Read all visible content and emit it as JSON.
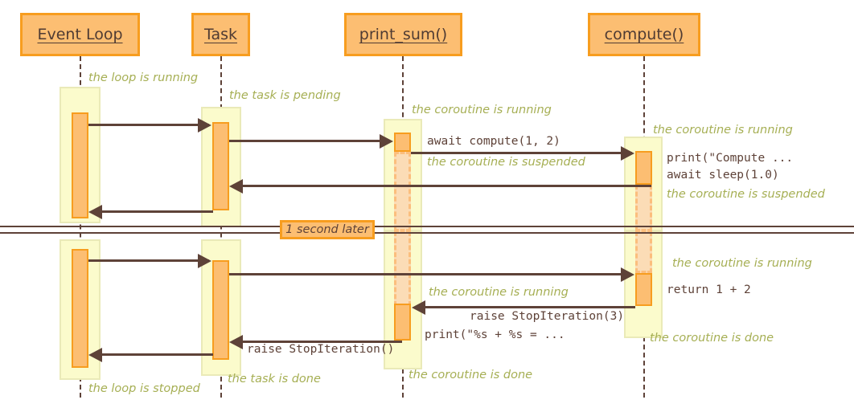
{
  "diagram": {
    "type": "uml-sequence-diagram",
    "title": "asyncio event loop coroutine sequence",
    "colors": {
      "participant_fill": "#FCBE72",
      "participant_border": "#F79D1F",
      "state_fill": "#FBFBCC",
      "state_border": "#EAEAB8",
      "activation_fill": "#FCBE72",
      "activation_border": "#F79D1F",
      "suspended_fill": "#FBDCB6",
      "suspended_border": "#FBBE7D",
      "arrow": "#5E4238",
      "note_text": "#A6AF54",
      "code_text": "#5E4238",
      "background": "#FFFFFF"
    }
  },
  "participants": [
    {
      "id": "event-loop",
      "label": "Event Loop"
    },
    {
      "id": "task",
      "label": "Task"
    },
    {
      "id": "print-sum",
      "label": "print_sum()"
    },
    {
      "id": "compute",
      "label": "compute()"
    }
  ],
  "notes": [
    {
      "id": "note-loop-running",
      "text": "the loop is running"
    },
    {
      "id": "note-task-pending",
      "text": "the task is pending"
    },
    {
      "id": "note-printsum-running-1",
      "text": "the coroutine is running"
    },
    {
      "id": "note-compute-running-1",
      "text": "the coroutine is running"
    },
    {
      "id": "note-printsum-suspended",
      "text": "the coroutine is suspended"
    },
    {
      "id": "note-compute-suspended",
      "text": "the coroutine is suspended"
    },
    {
      "id": "note-compute-running-2",
      "text": "the coroutine is running"
    },
    {
      "id": "note-printsum-running-2",
      "text": "the coroutine is running"
    },
    {
      "id": "note-compute-done",
      "text": "the coroutine is done"
    },
    {
      "id": "note-printsum-done",
      "text": "the coroutine is done"
    },
    {
      "id": "note-task-done",
      "text": "the task is done"
    },
    {
      "id": "note-loop-stopped",
      "text": "the loop is stopped"
    }
  ],
  "messages": [
    {
      "id": "msg-await-compute",
      "text": "await compute(1, 2)"
    },
    {
      "id": "msg-print-compute",
      "text": "print(\"Compute ..."
    },
    {
      "id": "msg-await-sleep",
      "text": "await sleep(1.0)"
    },
    {
      "id": "msg-return-sum",
      "text": "return 1 + 2"
    },
    {
      "id": "msg-raise-stopiteration-3",
      "text": "raise StopIteration(3)"
    },
    {
      "id": "msg-print-result",
      "text": "print(\"%s + %s = ..."
    },
    {
      "id": "msg-raise-stopiteration",
      "text": "raise StopIteration()"
    }
  ],
  "divider": {
    "id": "delay-divider",
    "label": "1 second later"
  }
}
